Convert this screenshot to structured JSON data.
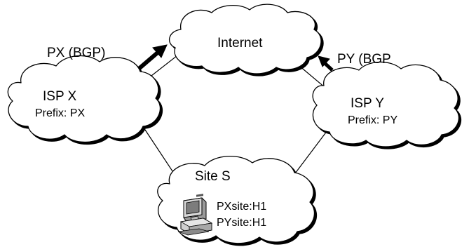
{
  "nodes": {
    "internet": {
      "label": "Internet"
    },
    "isp_x": {
      "label": "ISP X",
      "prefix": "Prefix: PX"
    },
    "isp_y": {
      "label": "ISP Y",
      "prefix": "Prefix: PY"
    },
    "site_s": {
      "label": "Site S",
      "addresses": [
        "PXsite:H1",
        "PYsite:H1"
      ]
    }
  },
  "announcements": {
    "px": "PX (BGP)",
    "py": "PY (BGP"
  },
  "links": [
    {
      "from": "ISP X",
      "to": "Internet"
    },
    {
      "from": "ISP Y",
      "to": "Internet"
    },
    {
      "from": "ISP X",
      "to": "Site S"
    },
    {
      "from": "ISP Y",
      "to": "Site S"
    }
  ],
  "host_icon": "desktop-computer-icon"
}
